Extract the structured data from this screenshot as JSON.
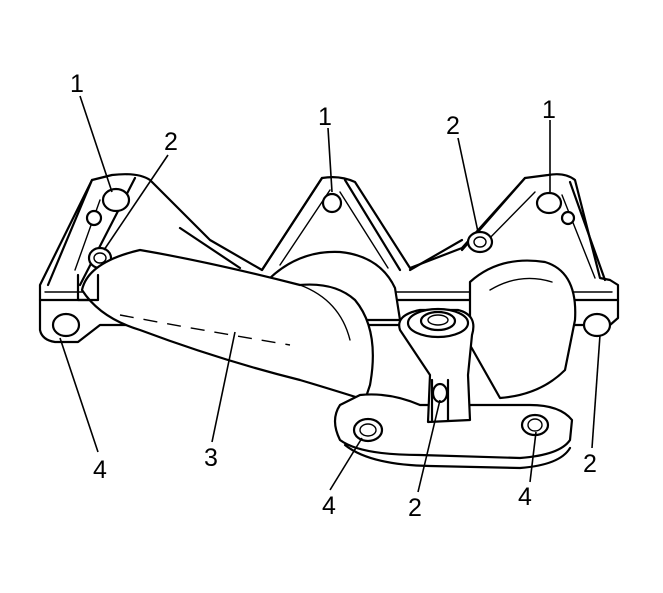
{
  "diagram": {
    "callouts": {
      "c1a": "1",
      "c1b": "1",
      "c1c": "1",
      "c2a": "2",
      "c2b": "2",
      "c2c": "2",
      "c2d": "2",
      "c3": "3",
      "c4a": "4",
      "c4b": "4",
      "c4c": "4"
    }
  }
}
